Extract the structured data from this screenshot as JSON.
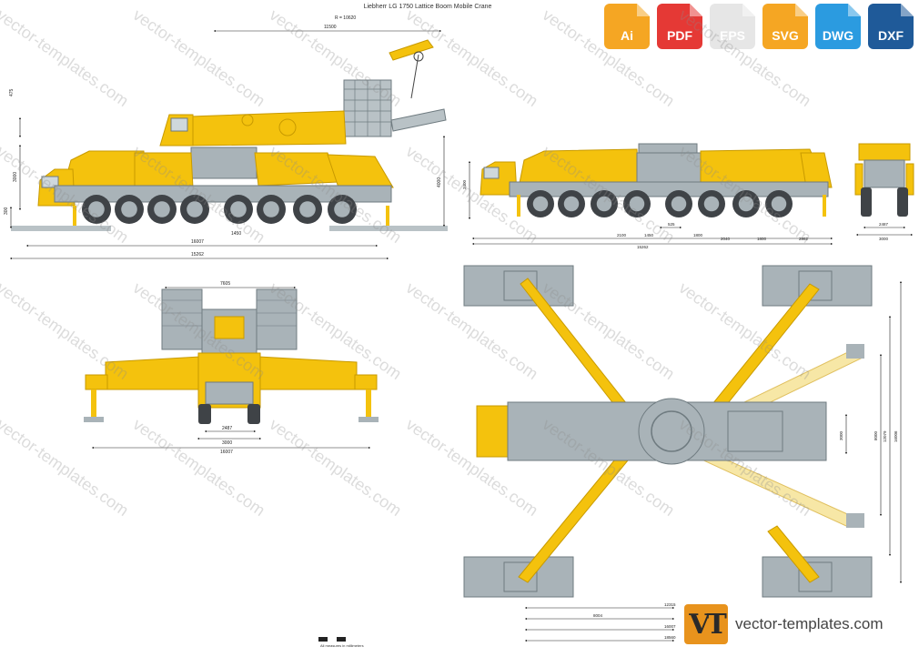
{
  "title": "Liebherr LG 1750 Lattice Boom Mobile Crane",
  "formats": [
    {
      "label": "Ai",
      "color": "#f5a623"
    },
    {
      "label": "PDF",
      "color": "#e53935"
    },
    {
      "label": "EPS",
      "color": "#e6e6e6"
    },
    {
      "label": "SVG",
      "color": "#f5a623"
    },
    {
      "label": "DWG",
      "color": "#2b9be0"
    },
    {
      "label": "DXF",
      "color": "#1f5a99"
    }
  ],
  "logo_text": "VT",
  "site": "vector-templates.com",
  "watermark": "vector-templates.com",
  "scale_note": "All measures in millimeters",
  "colors": {
    "yellow": "#f4c20d",
    "yellow_dark": "#c89a00",
    "grey": "#a9b3b8",
    "grey_dark": "#6f7b80",
    "light_yellow": "#f7e7a6",
    "tire": "#3f4347",
    "ground": "#b9c2c6"
  },
  "dims": {
    "side_top": "11500",
    "side_radius": "R = 10620",
    "side_h1": "475",
    "side_h2": "3000",
    "side_h3": "300",
    "side_h4": "4000",
    "side_l1": "16007",
    "side_l2": "15262",
    "side_mid": "1450",
    "right_h": "3400",
    "right_a": "2100",
    "right_b": "1450",
    "right_c": "1800",
    "right_d": "2040",
    "right_e": "1800",
    "right_f": "2982",
    "right_total": "15262",
    "right_s": "525",
    "rear_a": "2487",
    "rear_b": "3000",
    "front_top": "7605",
    "front_a": "2487",
    "front_b": "3000",
    "front_total": "16007",
    "plan_a": "12315",
    "plan_b": "8004",
    "plan_c": "16007",
    "plan_d": "18560",
    "plan_v1": "3000",
    "plan_v2": "8000",
    "plan_v3": "12079",
    "plan_v4": "16006"
  }
}
